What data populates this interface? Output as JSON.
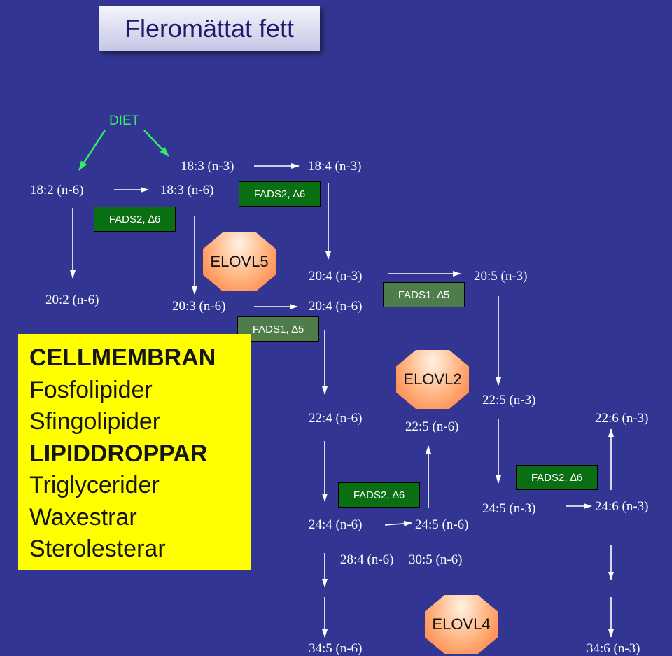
{
  "title": "Fleromättat fett",
  "diet": "DIET",
  "fatty_acids": {
    "n3_18_3_top": "18:3 (n-3)",
    "n3_18_4": "18:4 (n-3)",
    "n6_18_2": "18:2 (n-6)",
    "n6_18_3": "18:3 (n-6)",
    "n6_20_2": "20:2 (n-6)",
    "n6_20_3": "20:3 (n-6)",
    "n3_20_4": "20:4 (n-3)",
    "n6_20_4": "20:4 (n-6)",
    "n3_20_5": "20:5 (n-3)",
    "n6_22_4": "22:4 (n-6)",
    "n6_22_5": "22:5 (n-6)",
    "n3_22_5": "22:5 (n-3)",
    "n3_22_6": "22:6 (n-3)",
    "n6_24_4": "24:4 (n-6)",
    "n6_24_5": "24:5 (n-6)",
    "n3_24_5": "24:5 (n-3)",
    "n3_24_6": "24:6 (n-3)",
    "n6_28_4": "28:4 (n-6)",
    "n6_30_5": "30:5 (n-6)",
    "n6_34_5": "34:5 (n-6)",
    "n3_34_6": "34:6 (n-3)"
  },
  "enzymes": {
    "fads2_a": "FADS2, ∆6",
    "fads2_b": "FADS2, ∆6",
    "fads1_a": "FADS1, ∆5",
    "fads1_b": "FADS1, ∆5",
    "fads2_c": "FADS2, ∆6",
    "fads2_d": "FADS2, ∆6",
    "elovl5": "ELOVL5",
    "elovl2": "ELOVL2",
    "elovl4": "ELOVL4"
  },
  "cell_box": {
    "line1": "CELLMEMBRAN",
    "line2": "Fosfolipider",
    "line3": "Sfingolipider",
    "line4": "LIPIDDROPPAR",
    "line5": "Triglycerider",
    "line6": "Waxestrar",
    "line7": "Sterolesterar"
  },
  "colors": {
    "background": "#323591",
    "diet": "#33ee66",
    "enzyme_dark": "#0a6e12",
    "enzyme_gray": "#4e7c4a",
    "info_box": "#ffff00"
  }
}
